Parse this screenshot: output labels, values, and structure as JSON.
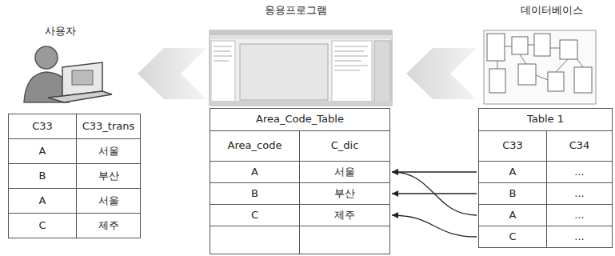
{
  "diagram": {
    "nodes": [
      {
        "text": [
          "C33"
        ]
      },
      {
        "text": [
          "C33_trans"
        ]
      },
      {
        "text": [
          "A"
        ]
      },
      {
        "text": [
          "서울"
        ]
      },
      {
        "text": [
          "B"
        ]
      },
      {
        "text": [
          "부산"
        ]
      },
      {
        "text": [
          "A"
        ]
      },
      {
        "text": [
          "서울"
        ]
      },
      {
        "text": [
          "C"
        ]
      },
      {
        "text": [
          "제주"
        ]
      },
      {
        "text": [
          "Area_Code_Table"
        ]
      },
      {
        "text": [
          "Area_code"
        ]
      },
      {
        "text": [
          "C_dic"
        ]
      },
      {
        "text": [
          "A"
        ]
      },
      {
        "text": [
          "서울"
        ]
      },
      {
        "text": [
          "B"
        ]
      },
      {
        "text": [
          "부산"
        ]
      },
      {
        "text": [
          "C"
        ]
      },
      {
        "text": [
          "제주"
        ]
      },
      {
        "text": [
          "Table 1"
        ]
      },
      {
        "text": [
          "C33"
        ]
      },
      {
        "text": [
          "C34"
        ]
      },
      {
        "text": [
          "A"
        ]
      },
      {
        "text": [
          "..."
        ]
      },
      {
        "text": [
          "B"
        ]
      },
      {
        "text": [
          "..."
        ]
      },
      {
        "text": [
          "A"
        ]
      },
      {
        "text": [
          "..."
        ]
      },
      {
        "text": [
          "C"
        ]
      },
      {
        "text": [
          "..."
        ]
      }
    ],
    "edges": [
      {
        "from": 22,
        "to": 14,
        "arrow": "to"
      },
      {
        "from": 24,
        "to": 16,
        "arrow": "to"
      },
      {
        "from": 26,
        "to": 14,
        "arrow": "to"
      },
      {
        "from": 28,
        "to": 18,
        "arrow": "to"
      }
    ],
    "labels": [
      "사용자",
      "응용프로그램",
      "데이터베이스"
    ]
  }
}
